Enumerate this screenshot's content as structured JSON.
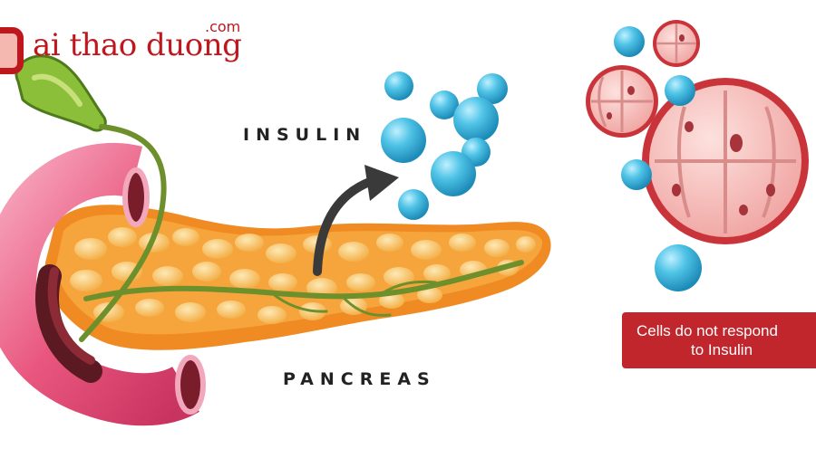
{
  "logo": {
    "name": "ai thao duong",
    "tld": ".com"
  },
  "labels": {
    "insulin": "INSULIN",
    "pancreas": "PANCREAS"
  },
  "caption": {
    "line1": "Cells do not respond",
    "line2": "to Insulin"
  },
  "colors": {
    "brand": "#c0171e",
    "caption_bg": "#c0262c",
    "insulin": "#3bb3d8",
    "pancreas": "#f29a2e",
    "intestine": "#e85a7e",
    "cell": "#f3b3b1"
  },
  "icons": [
    "logo-mark-icon",
    "arrow-icon"
  ]
}
